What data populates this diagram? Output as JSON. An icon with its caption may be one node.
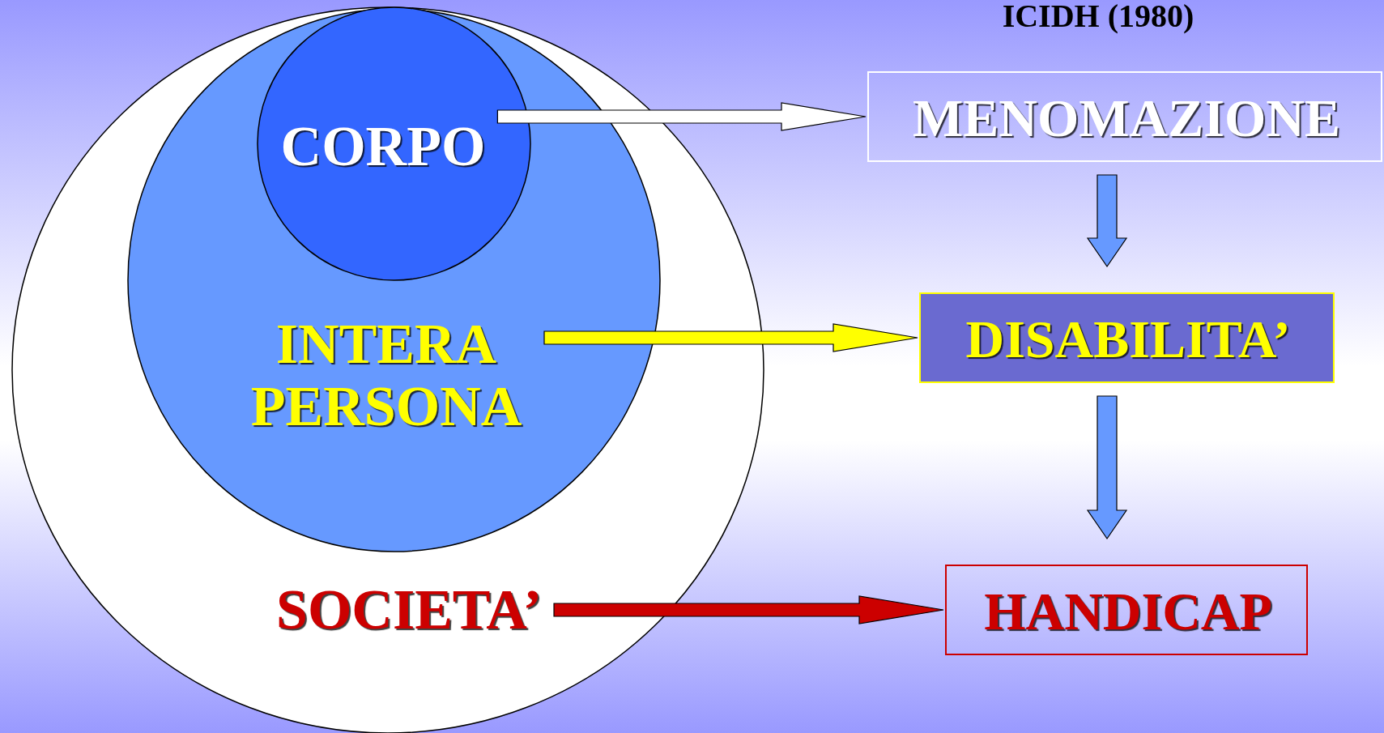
{
  "diagram": {
    "title": "ICIDH (1980)",
    "nodes": [
      {
        "text": [
          "SOCIETA’"
        ]
      },
      {
        "text": [
          "INTERA PERSONA"
        ],
        "in": 0
      },
      {
        "text": [
          "CORPO"
        ],
        "in": 1
      },
      {
        "text": [
          "MENOMAZIONE"
        ]
      },
      {
        "text": [
          "DISABILITA’"
        ]
      },
      {
        "text": [
          "HANDICAP"
        ]
      }
    ],
    "edges": [
      {
        "from": 2,
        "to": 3,
        "arrow": "to",
        "color": "#ffffff"
      },
      {
        "from": 1,
        "to": 4,
        "arrow": "to",
        "color": "#ffff00"
      },
      {
        "from": 0,
        "to": 5,
        "arrow": "to",
        "color": "#cc0000"
      },
      {
        "from": 3,
        "to": 4,
        "arrow": "to",
        "color": "#6699ff"
      },
      {
        "from": 4,
        "to": 5,
        "arrow": "to",
        "color": "#6699ff"
      }
    ]
  }
}
